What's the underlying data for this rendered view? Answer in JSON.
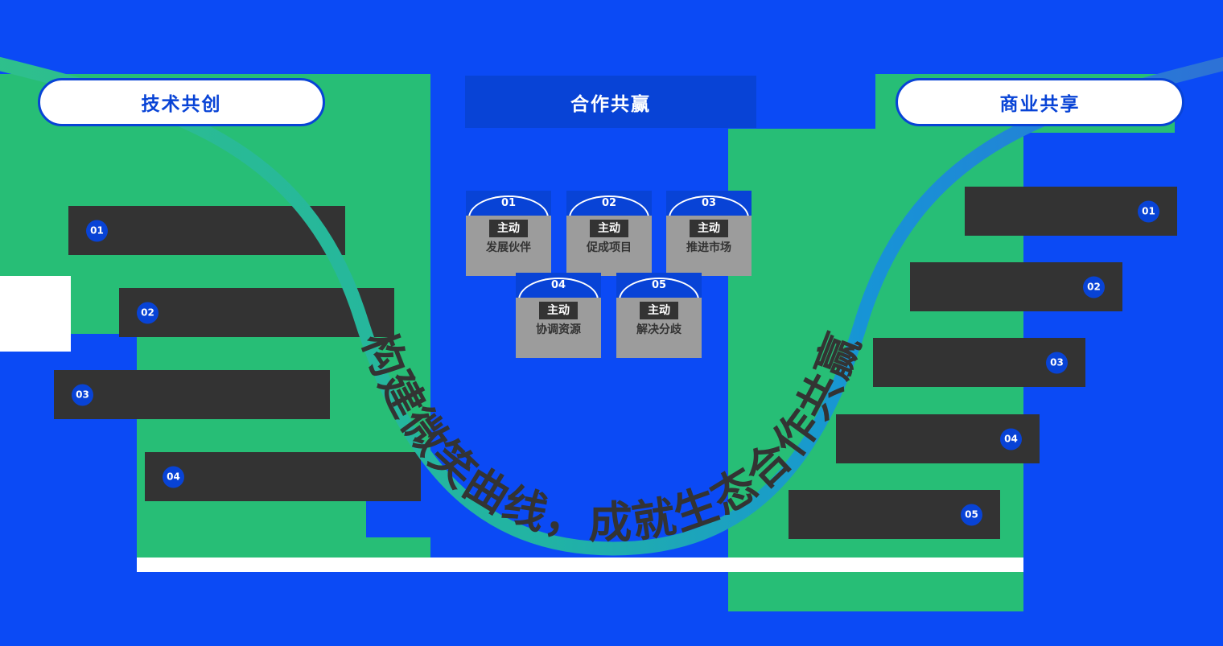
{
  "slide": {
    "headers": {
      "left": "技术共创",
      "center": "合作共赢",
      "right": "商业共享"
    },
    "slogan": "构建微笑曲线，成就生态合作共赢",
    "left_items": [
      {
        "number": "01"
      },
      {
        "number": "02"
      },
      {
        "number": "03"
      },
      {
        "number": "04"
      }
    ],
    "right_items": [
      {
        "number": "01"
      },
      {
        "number": "02"
      },
      {
        "number": "03"
      },
      {
        "number": "04"
      },
      {
        "number": "05"
      }
    ],
    "center_cards": [
      {
        "number": "01",
        "line1": "主动",
        "line2": "发展伙伴"
      },
      {
        "number": "02",
        "line1": "主动",
        "line2": "促成项目"
      },
      {
        "number": "03",
        "line1": "主动",
        "line2": "推进市场"
      },
      {
        "number": "04",
        "line1": "主动",
        "line2": "协调资源"
      },
      {
        "number": "05",
        "line1": "主动",
        "line2": "解决分歧"
      }
    ],
    "colors": {
      "background_blue": "#0B4AF5",
      "panel_green": "#27BE76",
      "deep_blue": "#0843D6",
      "dark_box": "#333333",
      "card_gray": "#9C9C9C",
      "curve_gradient_start": "#2FC08B",
      "curve_gradient_mid": "#1794D6",
      "curve_gradient_end": "#2F6FD6",
      "slogan_color": "#333333"
    }
  }
}
